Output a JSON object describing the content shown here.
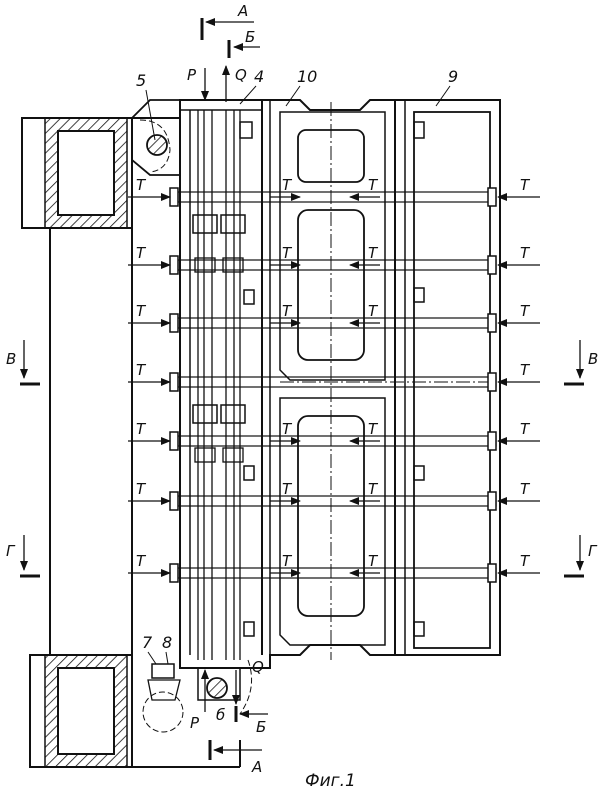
{
  "caption": "Фиг.1",
  "part_numbers": [
    "4",
    "5",
    "7",
    "8",
    "9",
    "10"
  ],
  "section_marks": {
    "a_top": "А",
    "a_bottom": "А",
    "b_top": "Б",
    "b_bottom": "Б",
    "v_left": "В",
    "v_right": "В",
    "g_left": "Г",
    "g_right": "Г"
  },
  "force_labels": {
    "p_top": "P",
    "q_top": "Q",
    "p_bottom": "P",
    "q_bottom": "Q",
    "small_b": "б",
    "t": "T"
  }
}
